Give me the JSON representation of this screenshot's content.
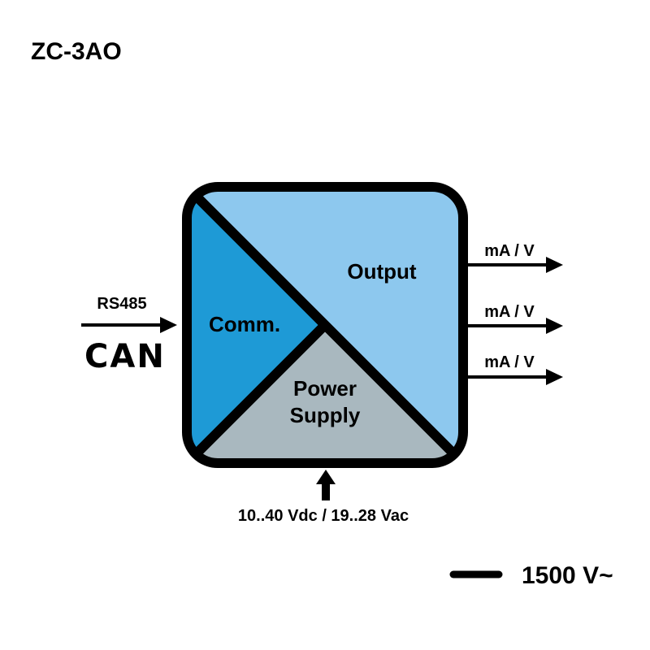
{
  "title": "ZC-3AO",
  "blocks": {
    "comm": "Comm.",
    "output": "Output",
    "power_line1": "Power",
    "power_line2": "Supply"
  },
  "input": {
    "label": "RS485",
    "logo_text": "CAN"
  },
  "outputs": [
    "mA / V",
    "mA / V",
    "mA / V"
  ],
  "supply": "10..40 Vdc / 19..28 Vac",
  "isolation": "1500 V~",
  "colors": {
    "comm": "#1e9ad6",
    "output": "#8dc8ee",
    "power": "#a9b8bf",
    "outline": "#000000"
  }
}
